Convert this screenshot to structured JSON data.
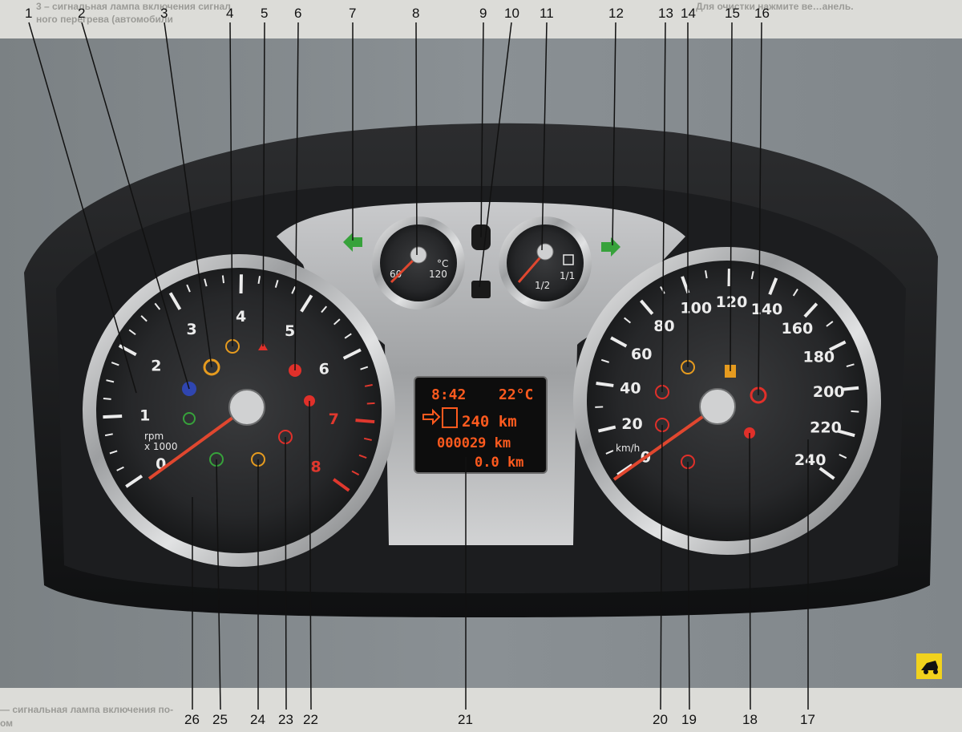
{
  "page_fragments": {
    "top_left": "3 – сигнальная лампа включения сигнал",
    "top_left_2": "ного перегрева (автомобили",
    "top_right": "Для очистки нажмите ве…анель.",
    "bottom": "— сигнальная лампа включения по-",
    "bottom_2": "ом"
  },
  "callouts": {
    "top": [
      "1",
      "2",
      "3",
      "4",
      "5",
      "6",
      "7",
      "8",
      "9",
      "10",
      "11",
      "12",
      "13",
      "14",
      "15",
      "16"
    ],
    "bottom": [
      "26",
      "25",
      "24",
      "23",
      "22",
      "21",
      "20",
      "19",
      "18",
      "17"
    ]
  },
  "tachometer": {
    "numbers": [
      "0",
      "1",
      "2",
      "3",
      "4",
      "5",
      "6",
      "7",
      "8"
    ],
    "unit_1": "rpm",
    "unit_2": "x 1000"
  },
  "speedometer": {
    "numbers": [
      "0",
      "20",
      "40",
      "60",
      "80",
      "100",
      "120",
      "140",
      "160",
      "180",
      "200",
      "220",
      "240"
    ],
    "unit": "km/h"
  },
  "temp_gauge": {
    "low": "60",
    "high": "120",
    "unit": "°C"
  },
  "fuel_gauge": {
    "half": "1/2",
    "full": "1/1"
  },
  "display": {
    "time": "8:42",
    "outside_temp": "22°C",
    "range": "240 km",
    "odometer": "000029 km",
    "trip": "0.0 km"
  },
  "icons": {
    "corner_badge": "car-icon"
  },
  "colors": {
    "display_text": "#ff5a1e",
    "needle": "#e0472f",
    "badge": "#f1d21d",
    "indicator_green": "#37a23b",
    "warning_red": "#e0302a",
    "warning_amber": "#e69b1f"
  }
}
